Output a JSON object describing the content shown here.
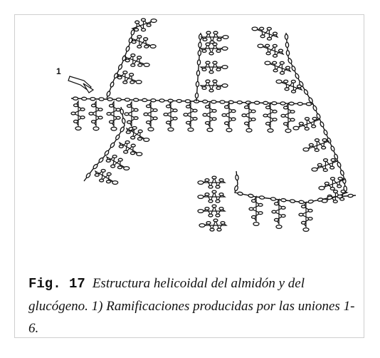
{
  "figure": {
    "callout_number": "1",
    "fig_label": "Fig. 17",
    "caption": "Estructura helicoidal del almidón y del glucógeno. 1) Ramificaciones producidas por las uniones 1-6."
  },
  "colors": {
    "stroke": "#111111",
    "frame": "#cfcfcf"
  }
}
